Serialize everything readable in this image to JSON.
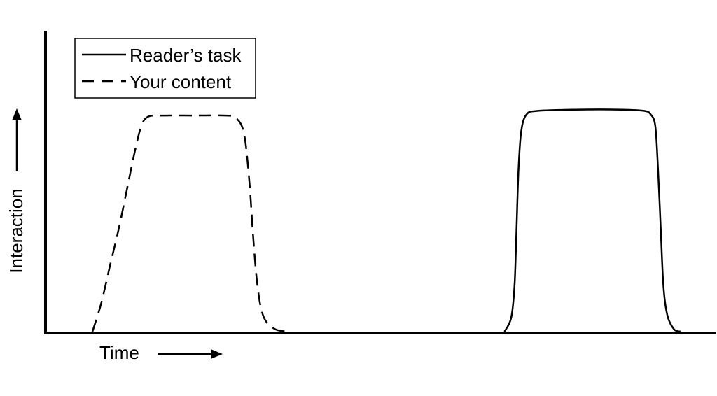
{
  "chart_data": {
    "type": "line",
    "title": "",
    "xlabel": "Time",
    "ylabel": "Interaction",
    "xlim": [
      0,
      100
    ],
    "ylim": [
      0,
      100
    ],
    "grid": false,
    "legend_position": "top-left",
    "series": [
      {
        "name": "Reader’s task",
        "style": "solid",
        "color": "#000000",
        "points": [
          [
            68.5,
            0
          ],
          [
            69.5,
            6
          ],
          [
            70.0,
            20
          ],
          [
            70.3,
            45
          ],
          [
            70.6,
            70
          ],
          [
            71.0,
            86
          ],
          [
            71.8,
            93
          ],
          [
            73.5,
            94.5
          ],
          [
            79,
            95
          ],
          [
            86,
            95
          ],
          [
            89.3,
            94.5
          ],
          [
            90.3,
            93
          ],
          [
            91.0,
            88
          ],
          [
            91.4,
            70
          ],
          [
            91.8,
            45
          ],
          [
            92.2,
            20
          ],
          [
            92.8,
            7
          ],
          [
            93.8,
            1
          ],
          [
            94.8,
            0
          ]
        ]
      },
      {
        "name": "Your content",
        "style": "dashed",
        "color": "#000000",
        "points": [
          [
            7,
            0
          ],
          [
            8.3,
            12
          ],
          [
            9.6,
            28
          ],
          [
            11,
            45
          ],
          [
            12.3,
            63
          ],
          [
            13.4,
            78
          ],
          [
            14.3,
            88
          ],
          [
            15.3,
            92
          ],
          [
            17.5,
            92.5
          ],
          [
            22,
            92.5
          ],
          [
            27,
            92.5
          ],
          [
            28.4,
            91.5
          ],
          [
            29.6,
            85
          ],
          [
            30.4,
            65
          ],
          [
            31.0,
            40
          ],
          [
            31.7,
            18
          ],
          [
            32.6,
            6
          ],
          [
            34.3,
            1
          ],
          [
            36.5,
            0
          ]
        ]
      }
    ]
  }
}
